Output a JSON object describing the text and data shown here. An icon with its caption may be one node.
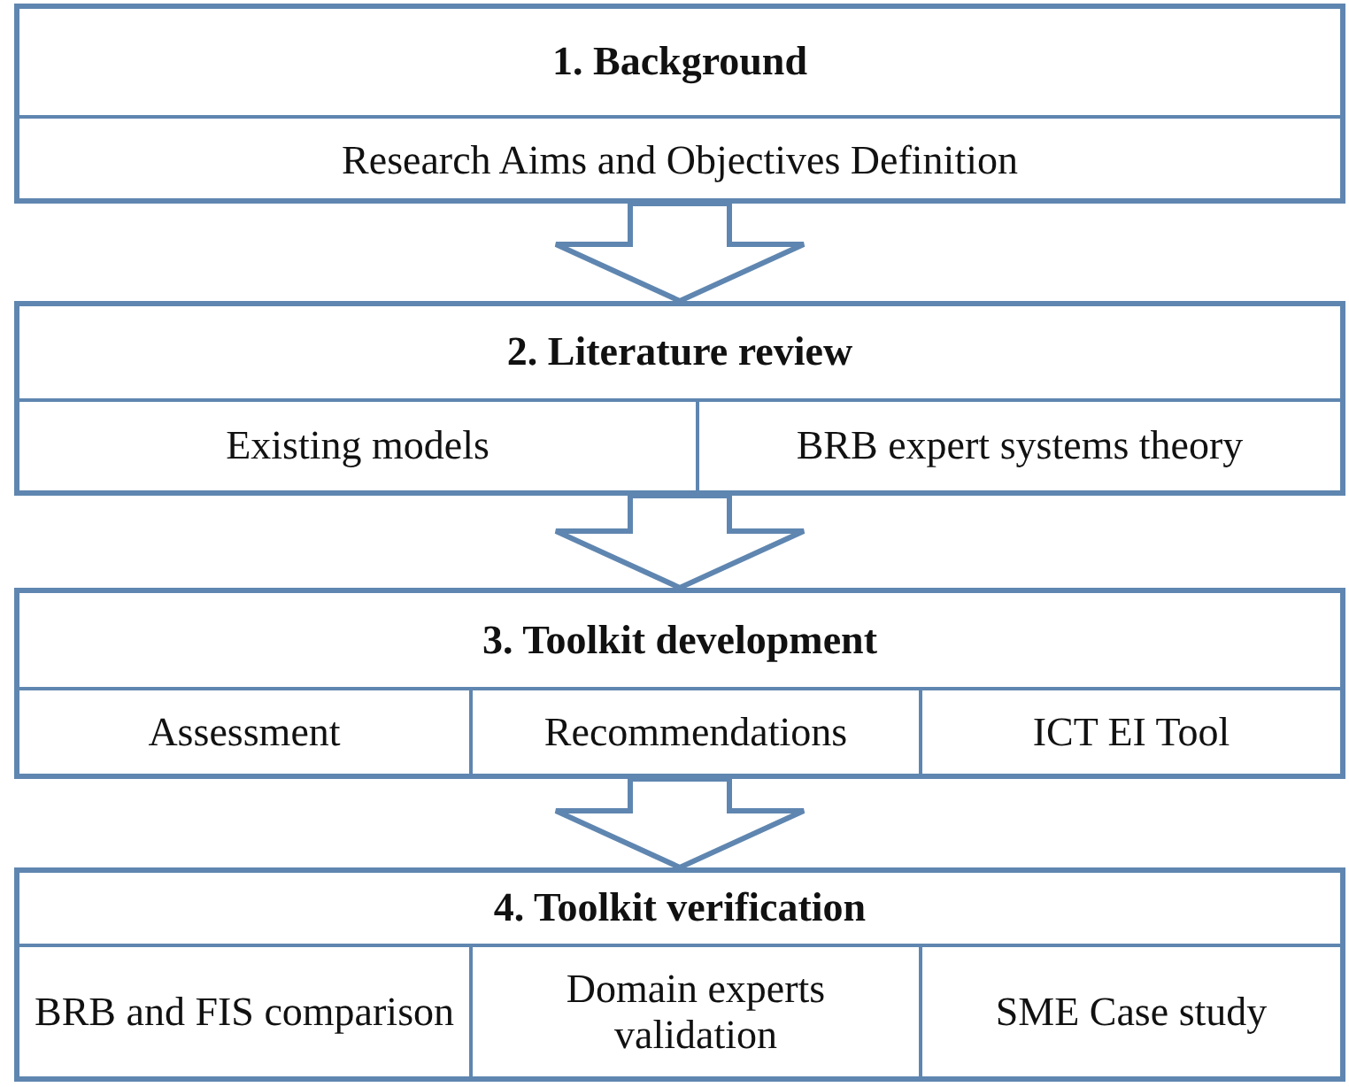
{
  "diagram": {
    "nodes": [
      {
        "text": [
          "1. Background"
        ]
      },
      {
        "text": [
          "Research Aims and Objectives Definition"
        ],
        "in": 0
      },
      {
        "text": [
          "2. Literature review"
        ]
      },
      {
        "text": [
          "Existing models"
        ],
        "in": 2
      },
      {
        "text": [
          "BRB expert systems theory"
        ],
        "in": 2
      },
      {
        "text": [
          "3. Toolkit development"
        ]
      },
      {
        "text": [
          "Assessment"
        ],
        "in": 5
      },
      {
        "text": [
          "Recommendations"
        ],
        "in": 5
      },
      {
        "text": [
          "ICT EI Tool"
        ],
        "in": 5
      },
      {
        "text": [
          "4. Toolkit verification"
        ]
      },
      {
        "text": [
          "BRB and FIS comparison"
        ],
        "in": 9
      },
      {
        "text": [
          "Domain experts validation"
        ],
        "in": 9
      },
      {
        "text": [
          "SME Case study"
        ],
        "in": 9
      }
    ],
    "edges": [
      {
        "from": 0,
        "to": 2,
        "arrow": "to"
      },
      {
        "from": 2,
        "to": 5,
        "arrow": "to"
      },
      {
        "from": 5,
        "to": 9,
        "arrow": "to"
      }
    ]
  }
}
